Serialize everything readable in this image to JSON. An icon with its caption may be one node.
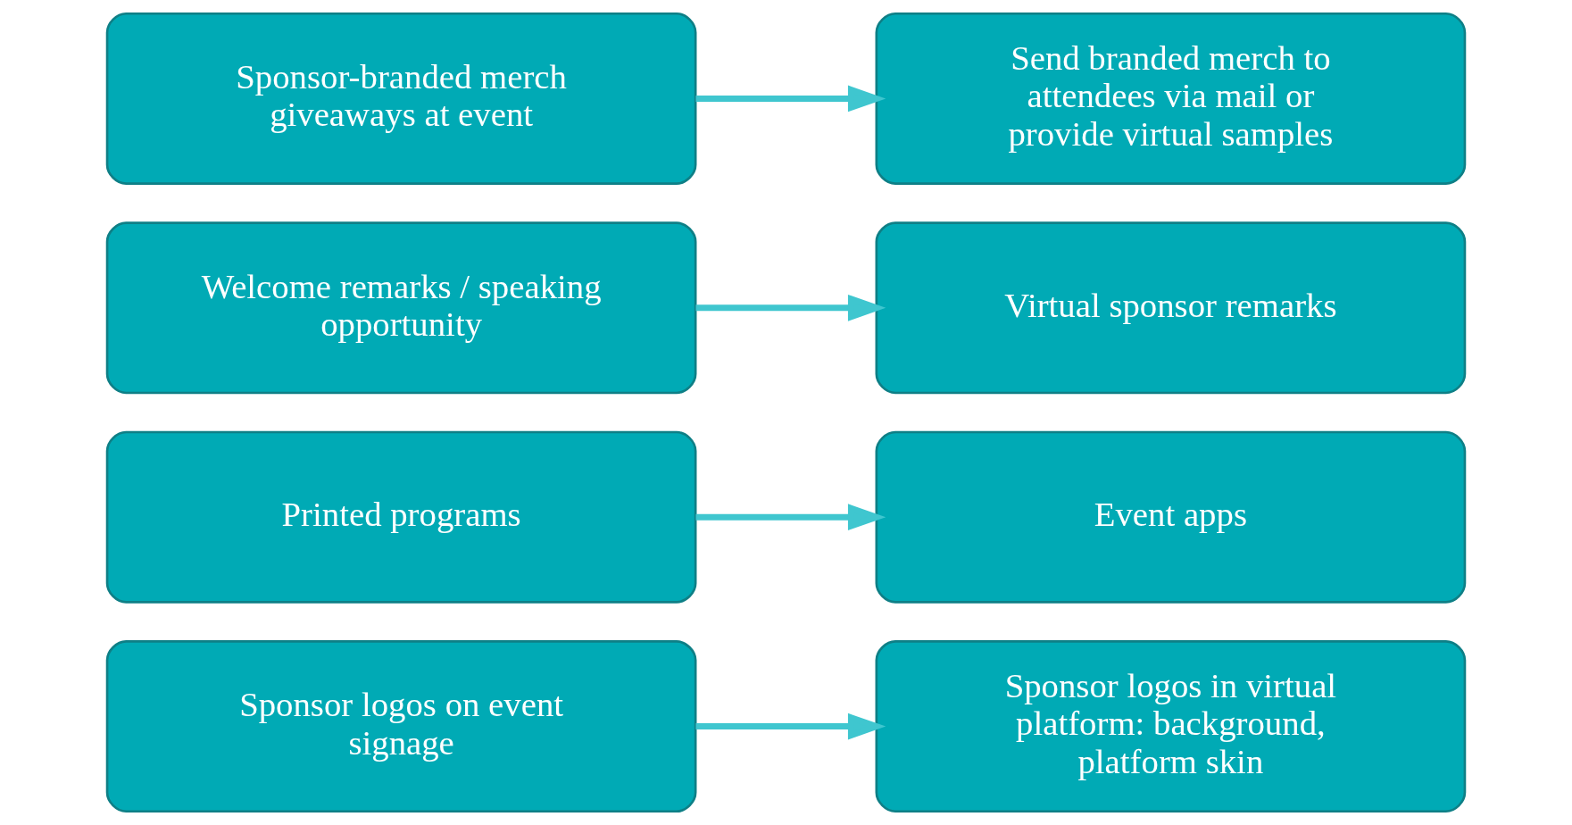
{
  "diagram": {
    "nodes": [
      {
        "text": [
          "Sponsor logos on event signage"
        ]
      },
      {
        "text": [
          "Sponsor logos in virtual platform: background, platform skin"
        ]
      },
      {
        "text": [
          "Printed programs"
        ]
      },
      {
        "text": [
          "Event apps"
        ]
      },
      {
        "text": [
          "Welcome remarks / speaking opportunity"
        ]
      },
      {
        "text": [
          "Virtual sponsor remarks"
        ]
      },
      {
        "text": [
          "Sponsor-branded merch giveaways at event"
        ]
      },
      {
        "text": [
          "Send branded merch to attendees via mail or provide virtual samples"
        ]
      }
    ],
    "edges": [
      {
        "from": 0,
        "to": 1,
        "arrow": "to"
      },
      {
        "from": 2,
        "to": 3,
        "arrow": "to"
      },
      {
        "from": 4,
        "to": 5,
        "arrow": "to"
      },
      {
        "from": 6,
        "to": 7,
        "arrow": "to"
      }
    ]
  }
}
